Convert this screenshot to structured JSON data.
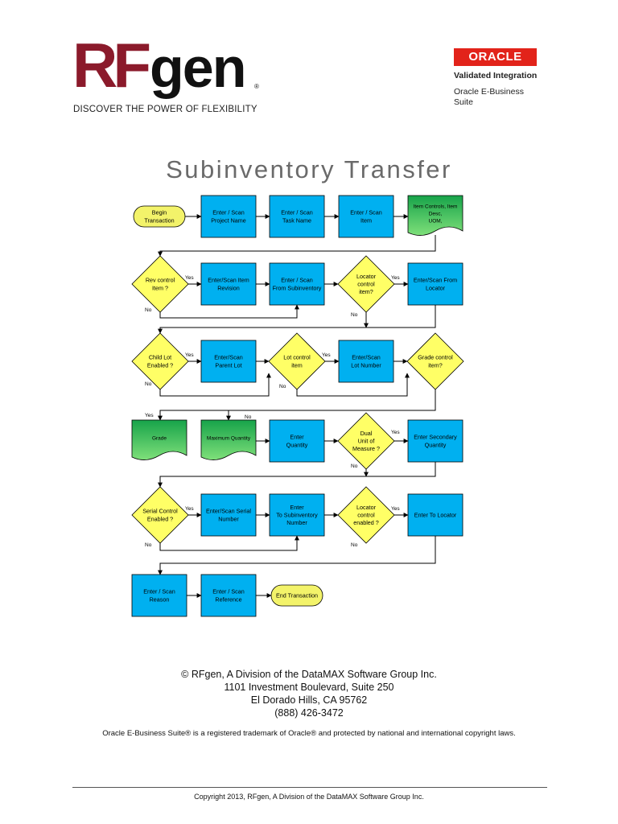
{
  "header": {
    "brand": {
      "part1": "RF",
      "part2": "gen",
      "mark": "®"
    },
    "tagline": "DISCOVER THE POWER OF FLEXIBILITY",
    "oracle": {
      "logo": "ORACLE",
      "line1": "Validated Integration",
      "line2": "Oracle E-Business Suite"
    }
  },
  "title": "Subinventory Transfer",
  "nodes": {
    "begin": [
      "Begin",
      "Transaction"
    ],
    "project": [
      "Enter / Scan",
      "Project Name"
    ],
    "task": [
      "Enter / Scan",
      "Task Name"
    ],
    "item": [
      "Enter / Scan",
      "Item"
    ],
    "itemctl": [
      "Item Controls, Item",
      "Desc,",
      "UOM,"
    ],
    "revq": [
      "Rev control",
      "Item ?"
    ],
    "rev": [
      "Enter/Scan Item",
      "Revision"
    ],
    "fromsub": [
      "Enter / Scan",
      "From Subinventory"
    ],
    "locq": [
      "Locator",
      "control",
      "item?"
    ],
    "fromloc": [
      "Enter/Scan From",
      "Locator"
    ],
    "childq": [
      "Child Lot",
      "Enabled ?"
    ],
    "parent": [
      "Enter/Scan",
      "Parent Lot"
    ],
    "lotq": [
      "Lot control",
      "item"
    ],
    "lotnum": [
      "Enter/Scan",
      "Lot Number"
    ],
    "gradeq": [
      "Grade control",
      "item?"
    ],
    "grade": [
      "Grade"
    ],
    "maxqty": [
      "Maximum Quantity"
    ],
    "qty": [
      "Enter",
      "Quantity"
    ],
    "dualq": [
      "Dual",
      "Unit of",
      "Measure ?"
    ],
    "secqty": [
      "Enter Secondary",
      "Quantity"
    ],
    "serialq": [
      "Serial Control",
      "Enabled ?"
    ],
    "serial": [
      "Enter/Scan Serial",
      "Number"
    ],
    "tosub": [
      "Enter",
      "To Subinventory",
      "Number"
    ],
    "tolocq": [
      "Locator",
      "control",
      "enabled ?"
    ],
    "toloc": [
      "Enter To Locator"
    ],
    "reason": [
      "Enter / Scan",
      "Reason"
    ],
    "ref": [
      "Enter / Scan",
      "Reference"
    ],
    "end": [
      "End Transaction"
    ]
  },
  "edge_labels": {
    "yes": "Yes",
    "no": "No"
  },
  "colors": {
    "process": "#00b0f0",
    "decision": "#ffff66",
    "terminator": "#f3f36a",
    "document": "#37b34a",
    "line": "#000000",
    "brand": "#8b1a2b"
  },
  "footer": {
    "address": [
      "© RFgen, A Division of the DataMAX Software Group Inc.",
      "1101 Investment Boulevard, Suite 250",
      "El Dorado Hills, CA  95762",
      "(888) 426-3472"
    ],
    "trademark": "Oracle E-Business Suite® is a registered trademark of Oracle® and protected by national and international copyright laws.",
    "copyright": "Copyright 2013, RFgen, A Division of the DataMAX Software Group Inc."
  }
}
